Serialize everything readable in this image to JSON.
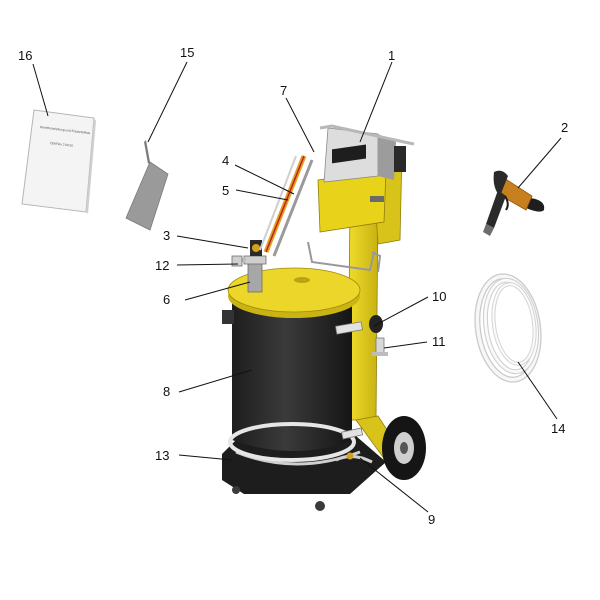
{
  "manual": {
    "line1": "Betriebsanleitung und Ersatzteilliste",
    "line2": "OptiFlex 2 BF20"
  },
  "callouts": [
    {
      "id": "1",
      "label": "1"
    },
    {
      "id": "2",
      "label": "2"
    },
    {
      "id": "3",
      "label": "3"
    },
    {
      "id": "4",
      "label": "4"
    },
    {
      "id": "5",
      "label": "5"
    },
    {
      "id": "6",
      "label": "6"
    },
    {
      "id": "7",
      "label": "7"
    },
    {
      "id": "8",
      "label": "8"
    },
    {
      "id": "9",
      "label": "9"
    },
    {
      "id": "10",
      "label": "10"
    },
    {
      "id": "11",
      "label": "11"
    },
    {
      "id": "12",
      "label": "12"
    },
    {
      "id": "13",
      "label": "13"
    },
    {
      "id": "14",
      "label": "14"
    },
    {
      "id": "15",
      "label": "15"
    },
    {
      "id": "16",
      "label": "16"
    }
  ],
  "colors": {
    "frame_yellow": "#e8d21a",
    "frame_shadow": "#b9a40f",
    "hopper_dark": "#2b2b2b",
    "lid_yellow": "#ecd62a",
    "base_black": "#1d1d1d",
    "gun_orange": "#c8801f",
    "hose_white": "#f2f2f2"
  }
}
